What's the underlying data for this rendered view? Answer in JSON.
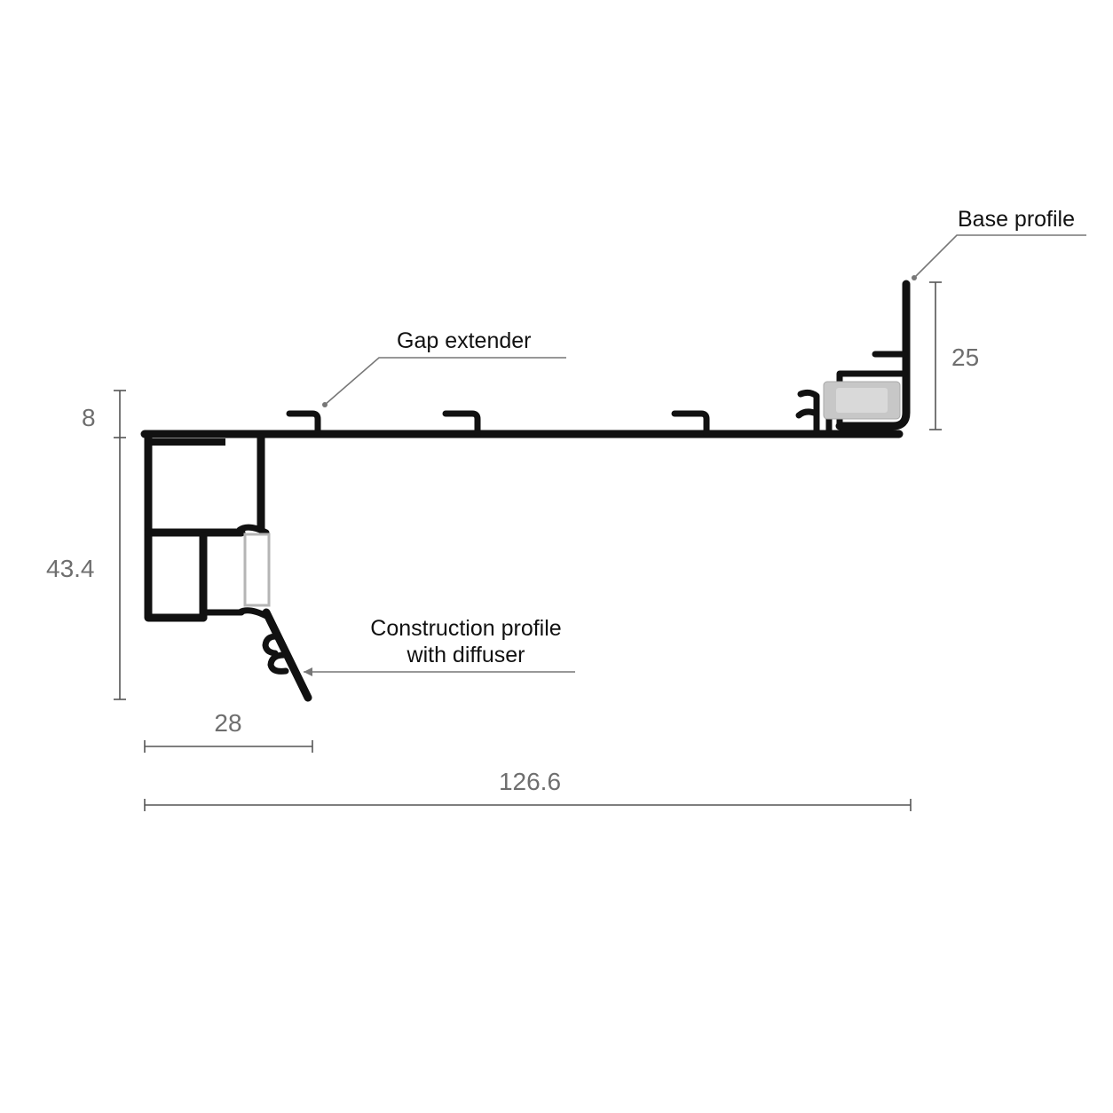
{
  "labels": {
    "base_profile": "Base profile",
    "gap_extender": "Gap extender",
    "construction_line1": "Construction profile",
    "construction_line2": "with diffuser"
  },
  "dimensions": {
    "height_base": "25",
    "height_gap": "8",
    "height_construction": "43.4",
    "width_construction": "28",
    "width_total": "126.6"
  },
  "colors": {
    "profile": "#111111",
    "dimension": "#6e6e6e",
    "diffuser": "#bfbfbf"
  }
}
